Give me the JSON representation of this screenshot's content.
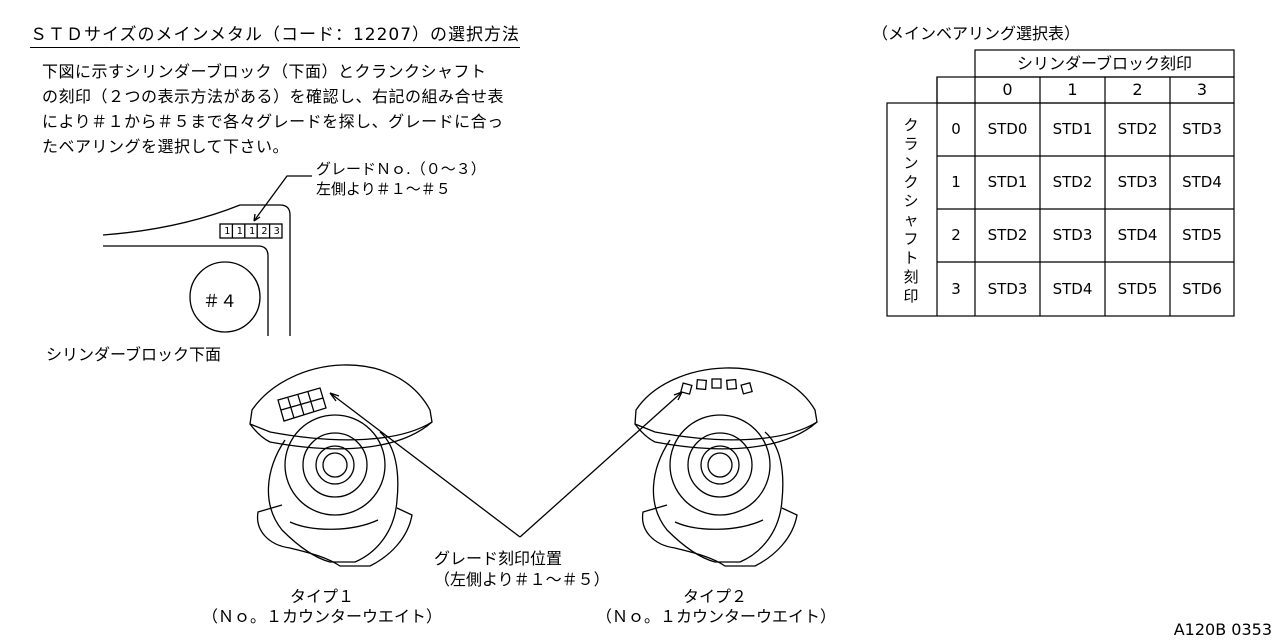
{
  "heading": "ＳＴＤサイズのメインメタル（コード：12207）の選択方法",
  "instructions": [
    "下図に示すシリンダーブロック（下面）とクランクシャフト",
    "の刻印（２つの表示方法がある）を確認し、右記の組み合せ表",
    "により＃１から＃５まで各々グレードを探し、グレードに合っ",
    "たベアリングを選択して下さい。"
  ],
  "block_callout": {
    "line1": "グレードＮｏ.（０～３）",
    "line2": "左側より＃１～＃５"
  },
  "block_stamp": [
    "1",
    "1",
    "1",
    "2",
    "3"
  ],
  "journal_label": "＃４",
  "block_caption": "シリンダーブロック下面",
  "crank_callout": {
    "line1": "グレード刻印位置",
    "line2": "（左側より＃１～＃５）"
  },
  "type1": {
    "title": "タイプ１",
    "subtitle": "（Ｎｏ。１カウンターウエイト）"
  },
  "type2": {
    "title": "タイプ２",
    "subtitle": "（Ｎｏ。１カウンターウエイト）"
  },
  "table": {
    "title": "（メインベアリング選択表）",
    "col_group_header": "シリンダーブロック刻印",
    "row_group_header": "クランクシャフト刻印",
    "col_headers": [
      "0",
      "1",
      "2",
      "3"
    ],
    "row_headers": [
      "0",
      "1",
      "2",
      "3"
    ],
    "cells": [
      [
        "STD0",
        "STD1",
        "STD2",
        "STD3"
      ],
      [
        "STD1",
        "STD2",
        "STD3",
        "STD4"
      ],
      [
        "STD2",
        "STD3",
        "STD4",
        "STD5"
      ],
      [
        "STD3",
        "STD4",
        "STD5",
        "STD6"
      ]
    ]
  },
  "figure_code": "A120B 0353"
}
